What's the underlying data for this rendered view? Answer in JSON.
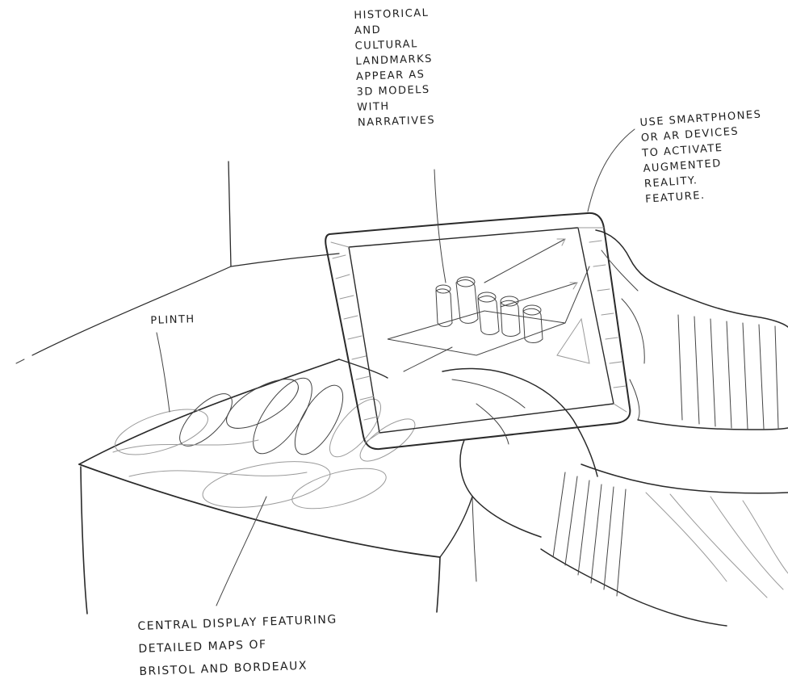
{
  "annotations": {
    "landmarks": {
      "lines": [
        "HISTORICAL",
        "AND",
        "CULTURAL",
        "LANDMARKS",
        "APPEAR AS",
        "3D MODELS",
        "WITH",
        "NARRATIVES"
      ]
    },
    "devices": {
      "lines": [
        "USE SMARTPHONES",
        "OR AR DEVICES",
        "TO ACTIVATE",
        "AUGMENTED",
        "REALITY.",
        "FEATURE."
      ]
    },
    "plinth": {
      "lines": [
        "PLINTH"
      ]
    },
    "display": {
      "lines": [
        "CENTRAL DISPLAY FEATURING",
        "DETAILED MAPS OF",
        "BRISTOL AND BORDEAUX"
      ]
    }
  }
}
